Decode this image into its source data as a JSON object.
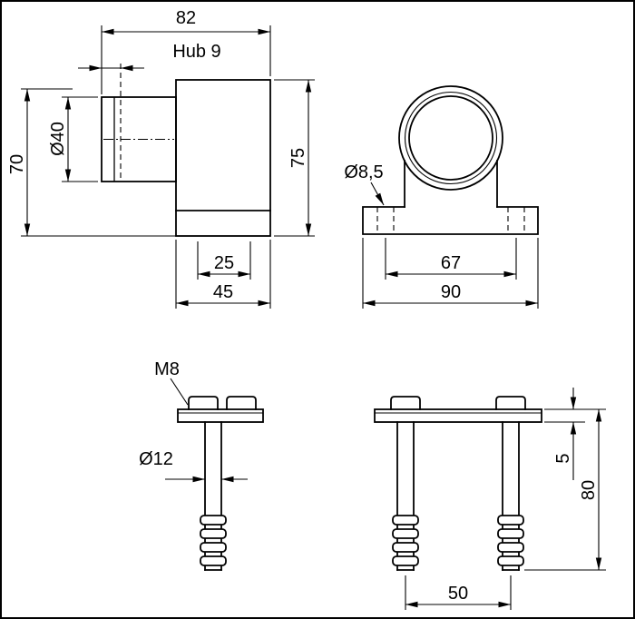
{
  "drawing": {
    "side_view": {
      "width": "82",
      "stroke_label": "Hub 9",
      "hub_diameter": "Ø40",
      "total_height": "70",
      "body_height": "75",
      "slot_width": "25",
      "body_width": "45"
    },
    "front_view": {
      "hole_diameter": "Ø8,5",
      "hole_spacing": "67",
      "base_width": "90"
    },
    "stud_view": {
      "thread": "M8",
      "stud_diameter": "Ø12"
    },
    "stud_pair_view": {
      "plate_thickness": "5",
      "stud_length": "80",
      "stud_spacing": "50"
    },
    "colors": {
      "line": "#000000",
      "background": "#ffffff"
    }
  }
}
